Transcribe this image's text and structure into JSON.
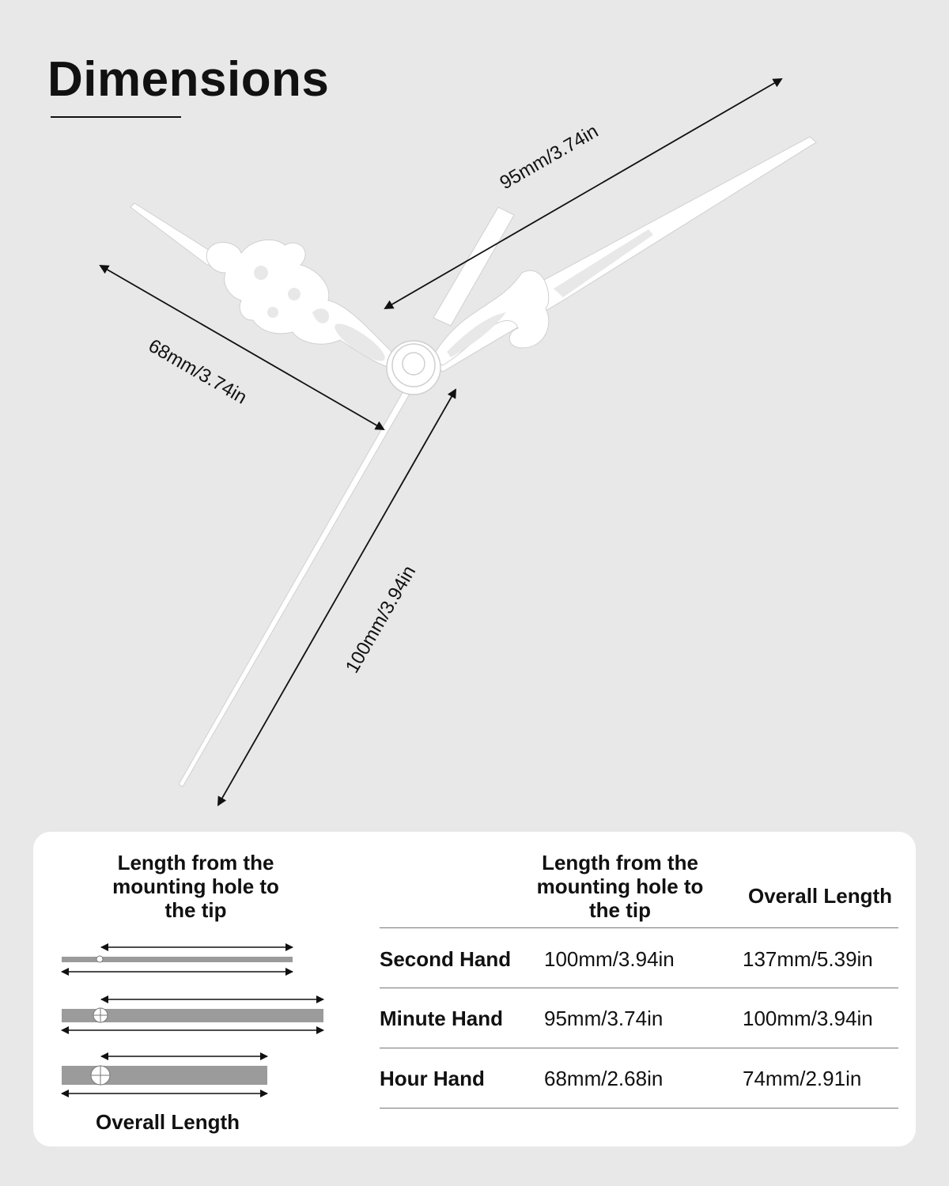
{
  "title": "Dimensions",
  "dimension_labels": {
    "minute": "95mm/3.74in",
    "hour": "68mm/3.74in",
    "second": "100mm/3.94in"
  },
  "legend": {
    "top_label": "Length from the mounting hole to the tip",
    "bottom_label": "Overall Length"
  },
  "table": {
    "headers": [
      "Length from the mounting hole to the tip",
      "Overall Length"
    ],
    "rows": [
      {
        "name": "Second Hand",
        "from_hole": "100mm/3.94in",
        "overall": "137mm/5.39in"
      },
      {
        "name": "Minute Hand",
        "from_hole": "95mm/3.74in",
        "overall": "100mm/3.94in"
      },
      {
        "name": "Hour Hand",
        "from_hole": "68mm/2.68in",
        "overall": "74mm/2.91in"
      }
    ]
  },
  "colors": {
    "background": "#e8e8e8",
    "card": "#ffffff",
    "bar": "#9b9b9b",
    "hand": "#ffffff"
  }
}
